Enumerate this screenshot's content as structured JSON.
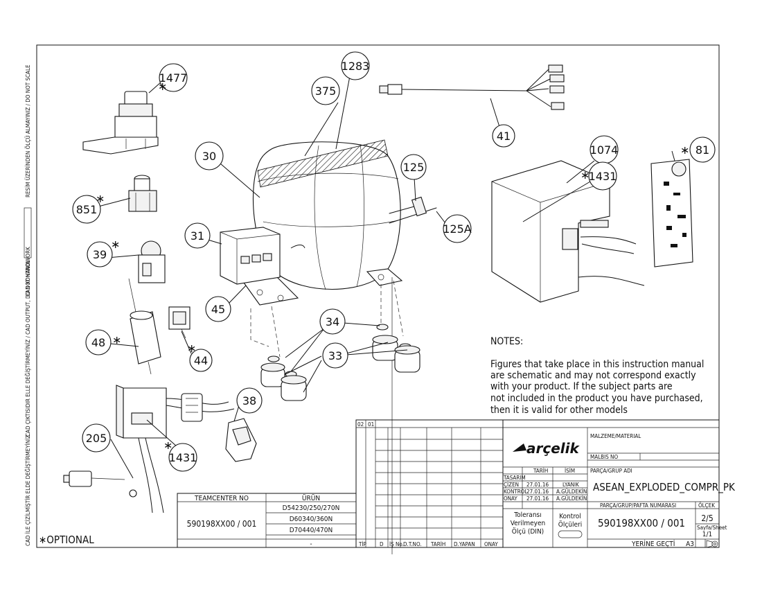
{
  "side_notes": {
    "do_not_scale": "RESİM ÜZERİNDEN ÖLÇÜ ALMAYINIZ / DO NOT SCALE",
    "cad_kontrol": "CAD KONTROL",
    "cad_output": "CAD ÇIKTISIDIR ELLE DEĞİŞTİRMEYİNİZ / CAD OUTPUT, DO NOT HANDWORK",
    "cad_ile": "CAD İLE ÇİZİLMİŞTİR ELDE DEĞİŞTİRMEYİNİZ"
  },
  "callouts": {
    "c1477": "1477",
    "c1283": "1283",
    "c375": "375",
    "c30": "30",
    "c125": "125",
    "c125a": "125A",
    "c41": "41",
    "c1074": "1074",
    "c81": "81",
    "c1431a": "1431",
    "c851": "851",
    "c31": "31",
    "c39": "39",
    "c45": "45",
    "c34": "34",
    "c33": "33",
    "c48": "48",
    "c44": "44",
    "c38": "38",
    "c205": "205",
    "c1431b": "1431"
  },
  "optional_label": "∗OPTIONAL",
  "notes": {
    "heading": "NOTES:",
    "lines": [
      "Figures that take place in this instruction manual",
      "are schematic and may not correspond exactly",
      "with your product. If the subject parts are",
      "not included in the product you have purchased,",
      "then it is valid for other models"
    ]
  },
  "revision_cols": {
    "r1": "02",
    "r2": "01"
  },
  "part_table": {
    "teamcenter_header": "TEAMCENTER NO",
    "urun_header": "ÜRÜN",
    "teamcenter_no": "590198XX00 / 001",
    "products": [
      "D54230/250/270N",
      "D60340/360N",
      "D70440/470N"
    ],
    "dash": "-"
  },
  "revision_footer": [
    "TİP",
    "D",
    "İŞ No.",
    "D.T.NO.",
    "TARİH",
    "D.YAPAN",
    "ONAY"
  ],
  "title_block": {
    "logo": "arçelik",
    "malzeme_label": "MALZEME/MATERIAL",
    "malbis_label": "MALBIS NO",
    "parca_label": "PARÇA/GRUP ADI",
    "parca_name": "ASEAN_EXPLODED_COMPR_PK",
    "tarih_header": "TARİH",
    "isim_header": "İSİM",
    "sign_rows": [
      {
        "role": "TASARIM",
        "date": "",
        "name": ""
      },
      {
        "role": "ÇİZEN",
        "date": "27.01.16",
        "name": "LYANIK"
      },
      {
        "role": "KONTROL",
        "date": "27.01.16",
        "name": "A.GÜLDEKİN"
      },
      {
        "role": "ONAY",
        "date": "27.01.16",
        "name": "A.GÜLDEKİN"
      }
    ],
    "tolerans": [
      "Toleransı",
      "Verilmeyen",
      "Ölçü (DIN)"
    ],
    "kontrol": [
      "Kontrol",
      "Ölçüleri"
    ],
    "pafta_label": "PARÇA/GRUP/PAFTA NUMARASI",
    "pafta_no": "590198XX00 / 001",
    "olcek_label": "ÖLÇEK",
    "olcek_value": "2/5",
    "sayfa_label": "Sayfa/Sheet",
    "sayfa_value": "1/1",
    "yerine_gecti": "YERİNE GEÇTİ",
    "format": "A3"
  }
}
